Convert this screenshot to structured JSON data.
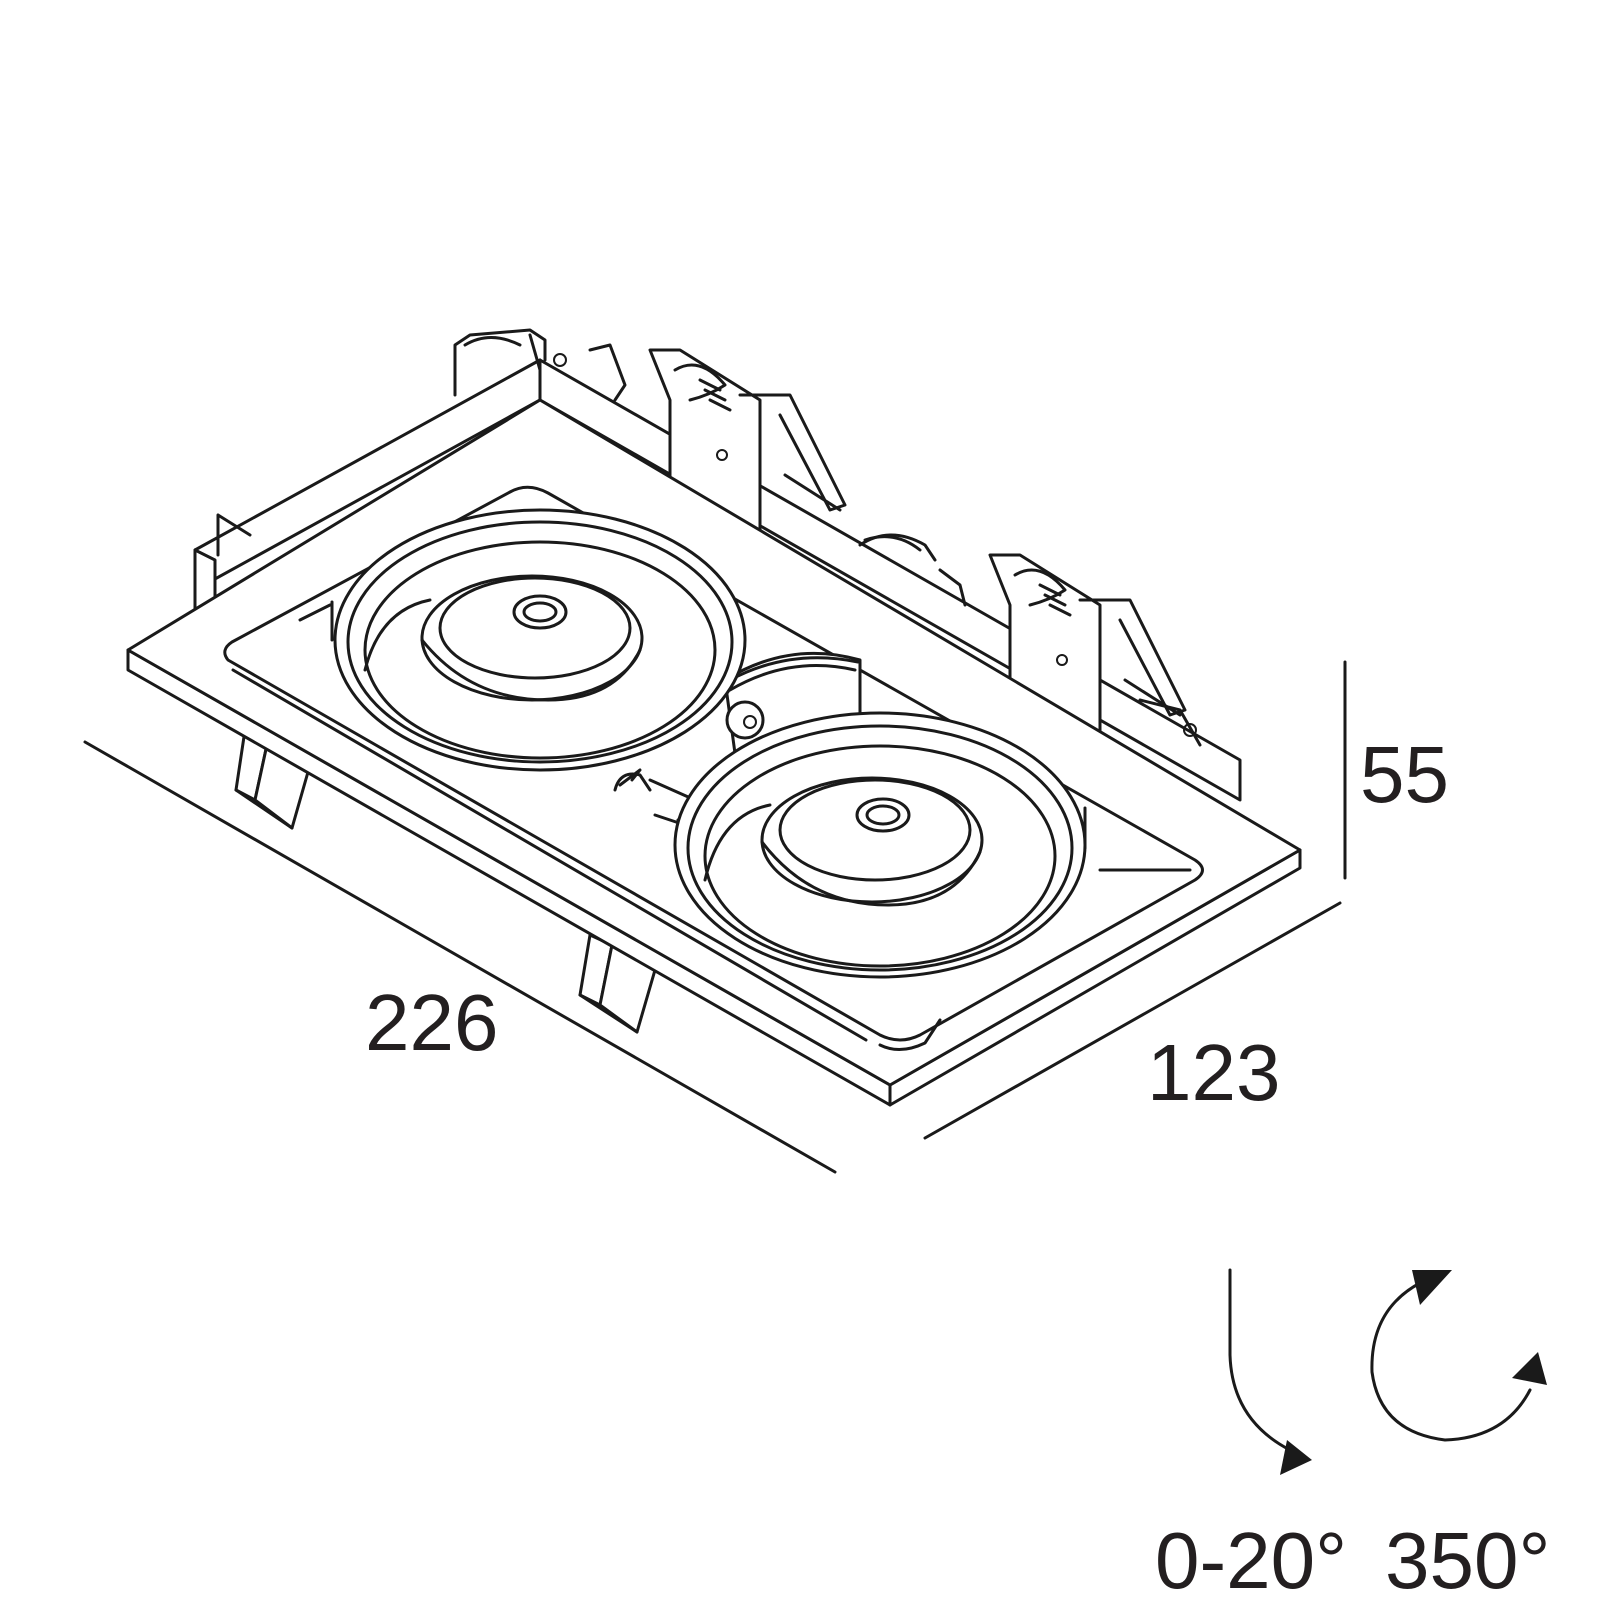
{
  "dimensions": {
    "length": "226",
    "width": "123",
    "height": "55"
  },
  "adjustment": {
    "tilt": "0-20°",
    "rotation": "350°"
  },
  "icons": {
    "tilt": "tilt-arrow-icon",
    "rotation": "rotation-arrow-icon"
  },
  "colors": {
    "line": "#1a1a1a",
    "background": "#ffffff"
  }
}
